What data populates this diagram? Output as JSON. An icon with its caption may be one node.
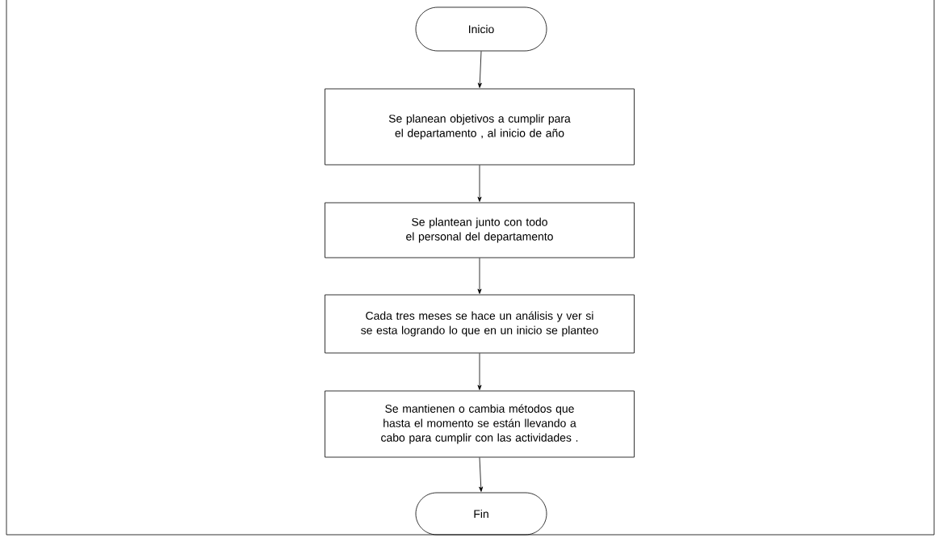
{
  "diagram": {
    "nodes": [
      {
        "text": [
          "Inicio"
        ]
      },
      {
        "text": [
          "Se planean objetivos a cumplir para el departamento , al inicio de año"
        ]
      },
      {
        "text": [
          "Se plantean junto con todo el personal del departamento"
        ]
      },
      {
        "text": [
          "Cada tres meses se hace un análisis y ver si se esta logrando lo que en un inicio se planteo"
        ]
      },
      {
        "text": [
          "Se mantienen o cambia métodos que hasta el momento se están llevando a cabo para cumplir con las actividades ."
        ]
      },
      {
        "text": [
          "Fin"
        ]
      }
    ],
    "edges": [
      {
        "from": 0,
        "to": 1,
        "arrow": "to"
      },
      {
        "from": 1,
        "to": 2,
        "arrow": "to"
      },
      {
        "from": 2,
        "to": 3,
        "arrow": "to"
      },
      {
        "from": 3,
        "to": 4,
        "arrow": "to"
      },
      {
        "from": 4,
        "to": 5,
        "arrow": "to"
      }
    ]
  }
}
